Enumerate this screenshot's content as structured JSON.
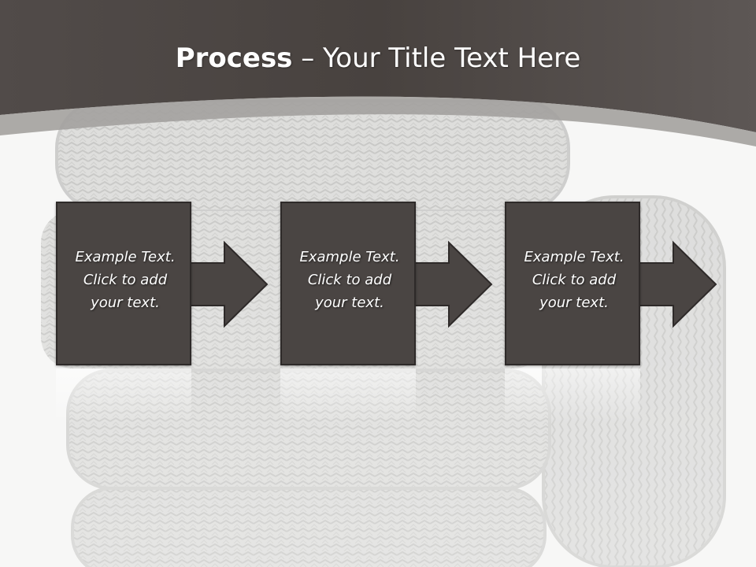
{
  "slide": {
    "title_bold": "Process",
    "title_rest": " – Your Title Text Here",
    "steps": [
      {
        "line1": "Example Text.",
        "line2": "Click  to add",
        "line3": "your text."
      },
      {
        "line1": "Example Text.",
        "line2": "Click  to add",
        "line3": "your text."
      },
      {
        "line1": "Example Text.",
        "line2": "Click  to add",
        "line3": "your text."
      }
    ]
  },
  "colors": {
    "header_band": "#4f4947",
    "header_band_light": "#6a6462",
    "box_fill": "#4a4543",
    "box_border": "#2e2a29",
    "background": "#f7f7f6",
    "text": "#ffffff"
  }
}
